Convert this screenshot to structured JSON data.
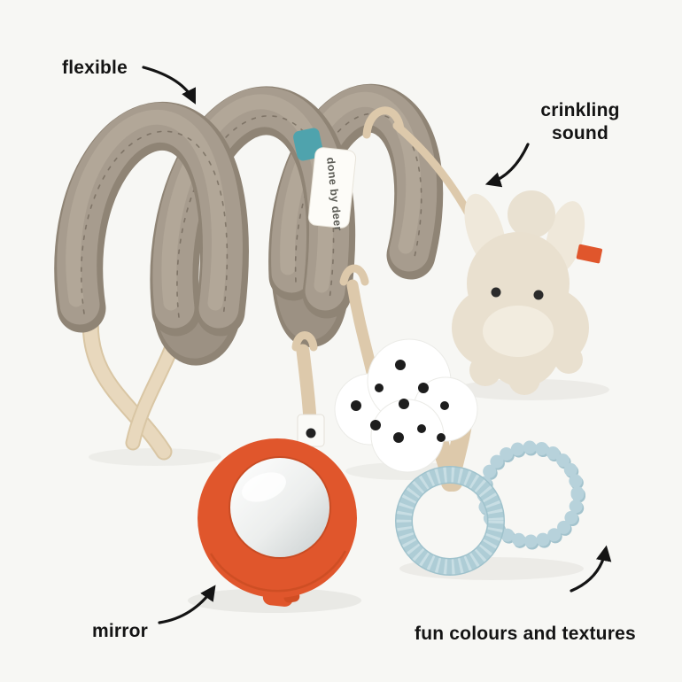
{
  "page": {
    "background": "#f7f7f4"
  },
  "annotations": {
    "flexible": "flexible",
    "crinkling_sound": "crinkling sound",
    "mirror": "mirror",
    "fun_colours": "fun colours and textures"
  },
  "product": {
    "brand_tag": "done by deer",
    "colors": {
      "spiral_fabric": "#a2978a",
      "spiral_shadow": "#8f8475",
      "fabric_tie": "#e8d8bd",
      "strap": "#ddc9ab",
      "deer_plush": "#e9e0cf",
      "cloud": "#ffffff",
      "cloud_dots": "#1d1d1d",
      "mirror_frame": "#e0562c",
      "scalloped_ring": "#aecdd6",
      "beaded_ring": "#b7d2db",
      "teal_clip": "#4fa3ad",
      "accent_tag": "#e0562c",
      "annotation_text": "#141414"
    }
  }
}
